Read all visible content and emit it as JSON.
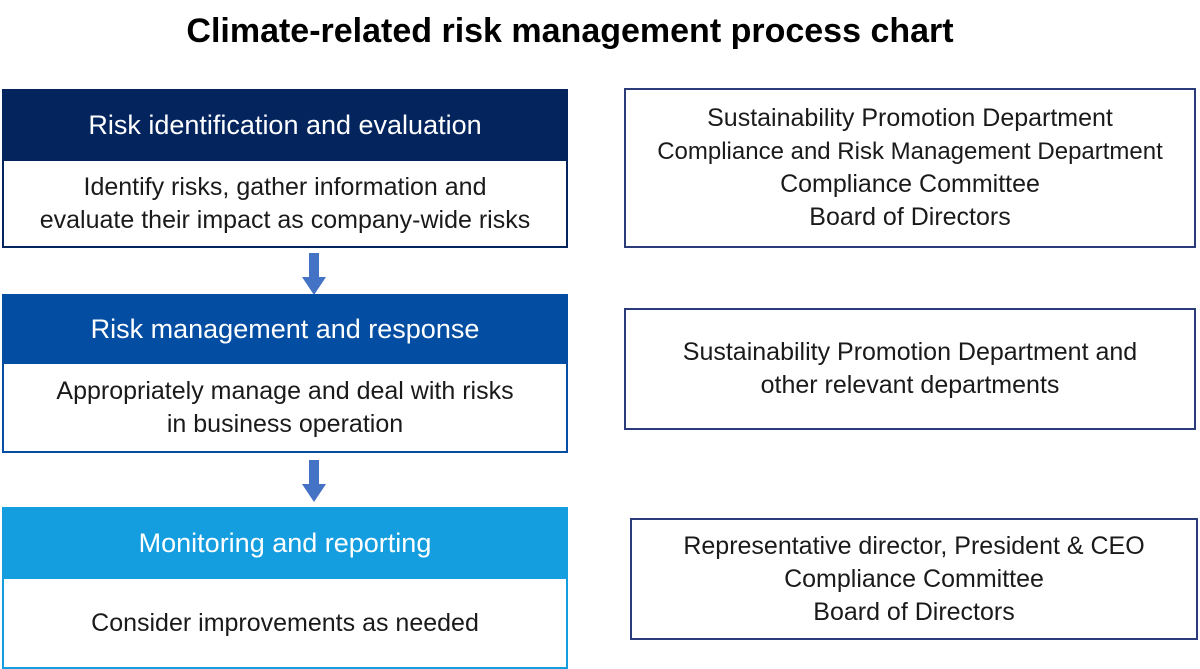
{
  "title": "Climate-related risk management process chart",
  "colors": {
    "step1": "#04245e",
    "step2": "#034ea2",
    "step3": "#149ee0",
    "arrow": "#4472c4",
    "side_border": "#2a3d7a"
  },
  "steps": [
    {
      "heading": "Risk identification and evaluation",
      "description_lines": [
        "Identify risks, gather information and",
        "evaluate their impact as company-wide risks"
      ],
      "responsible_lines": [
        "Sustainability Promotion Department",
        "Compliance and Risk Management Department",
        "Compliance Committee",
        "Board of Directors"
      ]
    },
    {
      "heading": "Risk management and response",
      "description_lines": [
        "Appropriately manage and deal with risks",
        "in business operation"
      ],
      "responsible_lines": [
        "Sustainability Promotion Department and",
        "other relevant departments"
      ]
    },
    {
      "heading": "Monitoring and reporting",
      "description_lines": [
        "Consider improvements as needed"
      ],
      "responsible_lines": [
        "Representative director, President & CEO",
        "Compliance Committee",
        "Board of Directors"
      ]
    }
  ]
}
